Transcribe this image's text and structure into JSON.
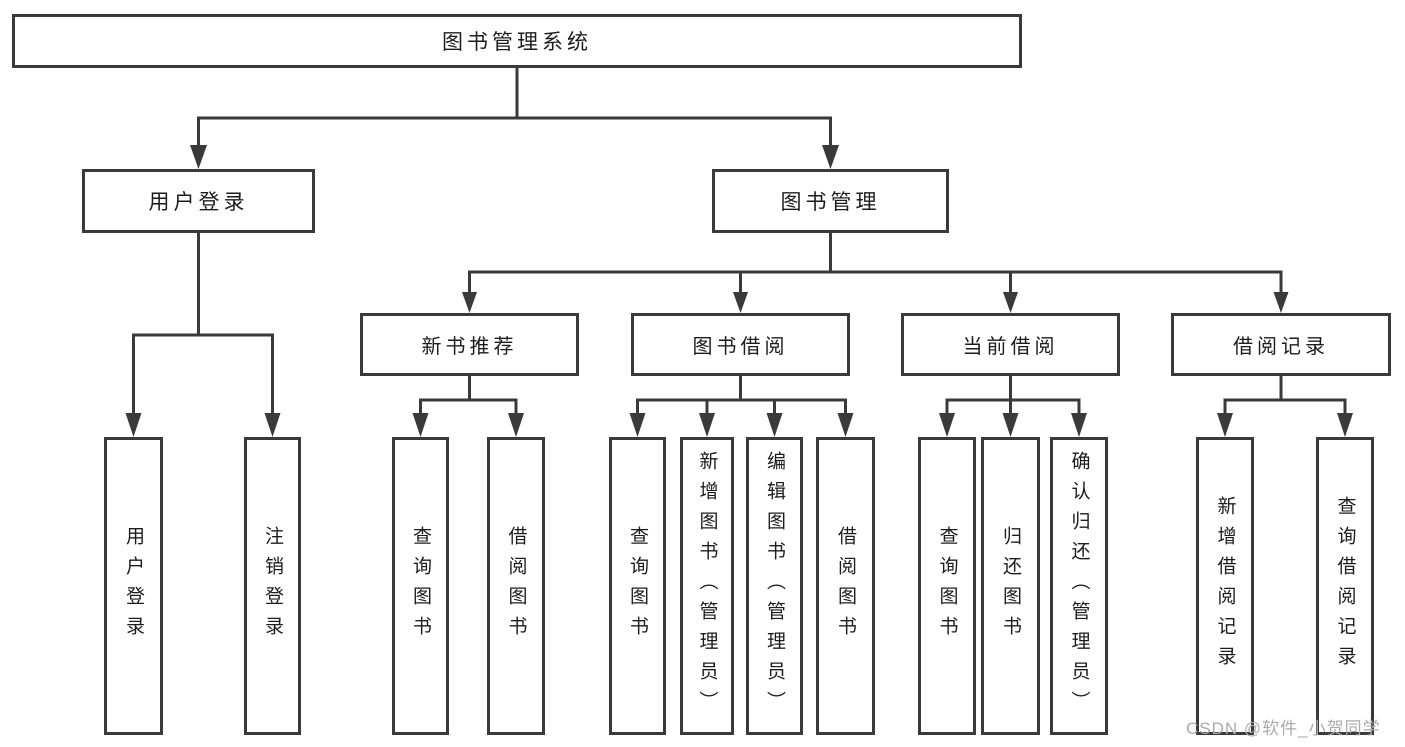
{
  "tree": {
    "root": "图书管理系统",
    "level1": [
      {
        "label": "用户登录"
      },
      {
        "label": "图书管理"
      }
    ],
    "level2": [
      {
        "label": "新书推荐"
      },
      {
        "label": "图书借阅"
      },
      {
        "label": "当前借阅"
      },
      {
        "label": "借阅记录"
      }
    ],
    "leaves": [
      {
        "label": "用户登录",
        "parent": "用户登录"
      },
      {
        "label": "注销登录",
        "parent": "用户登录"
      },
      {
        "label": "查询图书",
        "parent": "新书推荐"
      },
      {
        "label": "借阅图书",
        "parent": "新书推荐"
      },
      {
        "label": "查询图书",
        "parent": "图书借阅"
      },
      {
        "label": "新增图书（管理员）",
        "parent": "图书借阅"
      },
      {
        "label": "编辑图书（管理员）",
        "parent": "图书借阅"
      },
      {
        "label": "借阅图书",
        "parent": "图书借阅"
      },
      {
        "label": "查询图书",
        "parent": "当前借阅"
      },
      {
        "label": "归还图书",
        "parent": "当前借阅"
      },
      {
        "label": "确认归还（管理员）",
        "parent": "当前借阅"
      },
      {
        "label": "新增借阅记录",
        "parent": "借阅记录"
      },
      {
        "label": "查询借阅记录",
        "parent": "借阅记录"
      }
    ]
  },
  "watermark": "CSDN @软件_小贺同学",
  "colors": {
    "line": "#3a3a3a",
    "box_border": "#3a3a3a",
    "text": "#1c1c1c",
    "watermark": "#ababab",
    "background": "#ffffff"
  }
}
